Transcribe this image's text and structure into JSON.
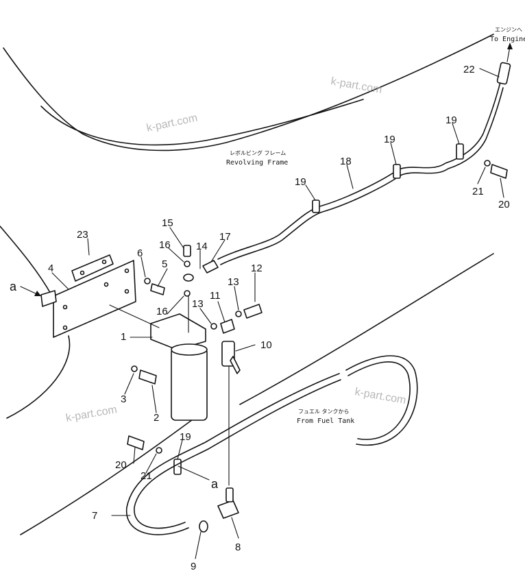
{
  "labels": {
    "revolving_frame_jp": "レボルビング フレーム",
    "revolving_frame_en": "Revolving Frame",
    "to_engine_jp": "エンジンへ",
    "to_engine_en": "To Engine",
    "from_fuel_tank_jp": "フュエル タンクから",
    "from_fuel_tank_en": "From Fuel Tank",
    "view_mark_a1": "a",
    "view_mark_a2": "a"
  },
  "watermark": "k-part.com",
  "part_numbers": [
    "1",
    "2",
    "3",
    "4",
    "5",
    "6",
    "7",
    "8",
    "9",
    "10",
    "11",
    "12",
    "13",
    "13",
    "14",
    "15",
    "16",
    "16",
    "17",
    "18",
    "19",
    "19",
    "19",
    "19",
    "20",
    "20",
    "21",
    "21",
    "22",
    "23"
  ]
}
